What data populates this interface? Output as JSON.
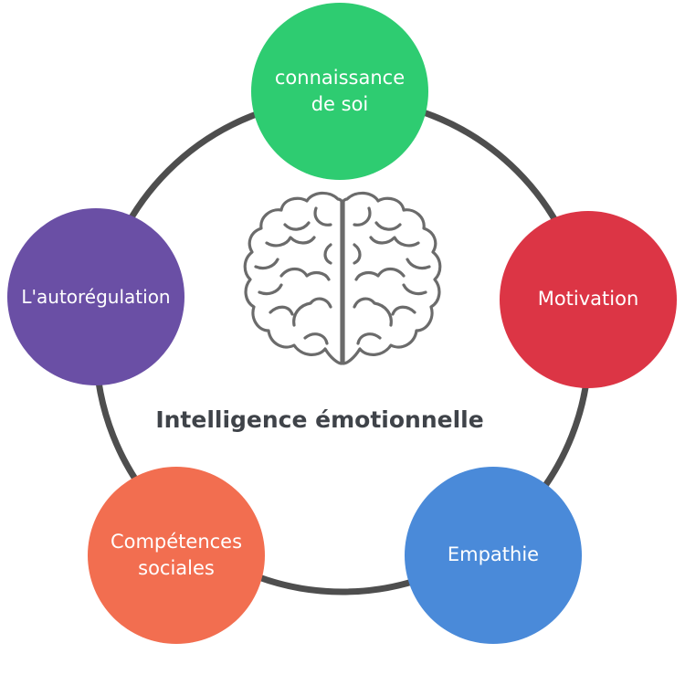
{
  "diagram": {
    "title": "Intelligence émotionnelle",
    "center_icon": "brain-icon",
    "ring_color": "#4e4e4e",
    "nodes": [
      {
        "id": "self",
        "label": "connaissance\nde soi",
        "color": "#2ecc71"
      },
      {
        "id": "motivation",
        "label": "Motivation",
        "color": "#dc3545"
      },
      {
        "id": "empathy",
        "label": "Empathie",
        "color": "#4a8ad9"
      },
      {
        "id": "social",
        "label": "Compétences\nsociales",
        "color": "#f26e50"
      },
      {
        "id": "regulation",
        "label": "L'autorégulation",
        "color": "#6a4fa5"
      }
    ]
  }
}
